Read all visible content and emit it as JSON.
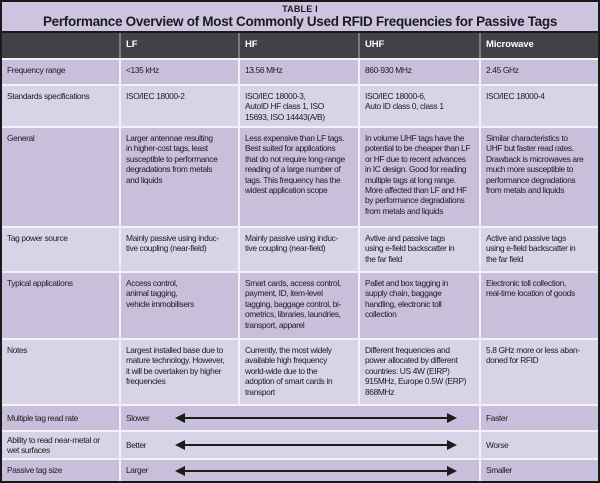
{
  "title": {
    "label": "TABLE I",
    "heading": "Performance Overview of Most Commonly Used RFID Frequencies for Passive Tags"
  },
  "columns": [
    "",
    "LF",
    "HF",
    "UHF",
    "Microwave"
  ],
  "rows": [
    {
      "label": "Frequency range",
      "cells": [
        "<135 kHz",
        "13.56 MHz",
        "860-930 MHz",
        "2.45 GHz"
      ]
    },
    {
      "label": "Standards specifications",
      "cells": [
        "ISO/IEC 18000-2",
        "ISO/IEC 18000-3,\nAutoID HF class 1, ISO\n15693, ISO 14443(A/B)",
        "ISO/IEC 18000-6,\nAuto ID class 0, class 1",
        "ISO/IEC 18000-4"
      ]
    },
    {
      "label": "General",
      "cells": [
        "Larger antennae resulting\nin higher-cost tags, least\nsusceptible to performance\ndegradations from metals\nand liquids",
        "Less expensive than LF tags.\nBest suited for applications\nthat do not require long-range\nreading of a large number of\ntags. This frequency has the\nwidest application scope",
        "In volume UHF tags have the\npotential to be cheaper than LF\nor HF due to recent advances\nin IC design. Good for reading\nmultiple tags at long range.\nMore affected than LF and HF\nby performance degradations\nfrom metals and liquids",
        "Similar characteristics to\nUHF but faster read rates.\nDrawback is microwaves are\nmuch more susceptible to\nperformance degradations\nfrom metals and liquids"
      ]
    },
    {
      "label": "Tag power source",
      "cells": [
        "Mainly passive using induc-\ntive coupling (near-field)",
        "Mainly passive using induc-\ntive coupling (near-field)",
        "Avtive and passive tags\nusing e-field backscatter in\nthe far field",
        "Active and passive tags\nusing e-field backscatter in\nthe far field"
      ]
    },
    {
      "label": "Typical applications",
      "cells": [
        "Access control,\nanimal tagging,\nvehicle immobilisers",
        "Smart cards, access control,\npayment, ID, item-level\ntagging, baggage control, bi-\nometrics, libraries, laundries,\ntransport, apparel",
        "Pallet and box tagging in\nsupply chain, baggage\nhandling, electronic toll\ncollection",
        "Electronic toll collection,\nreal-time location of goods"
      ]
    },
    {
      "label": "Notes",
      "cells": [
        "Largest installed base due to\nmature technology. However,\nit will be overtaken by higher\nfrequencies",
        "Currently, the most widely\navailable high frequency\nworld-wide due to the\nadoption of smart cards in\ntransport",
        "Different frequencies and\npower allocated by different\ncountries: US 4W (EIRP)\n915MHz, Europe 0.5W (ERP)\n868MHz",
        "5.8 GHz more or less aban-\ndoned for RFID"
      ]
    }
  ],
  "scale_rows": [
    {
      "label": "Multiple tag read rate",
      "left": "Slower",
      "right": "Faster"
    },
    {
      "label": "Ability to read near-metal or\nwet surfaces",
      "left": "Better",
      "right": "Worse"
    },
    {
      "label": "Passive tag size",
      "left": "Larger",
      "right": "Smaller"
    }
  ],
  "colors": {
    "title_bg": "#cdc5e0",
    "header_bg": "#434046",
    "row_dark": "#c8bfda",
    "row_light": "#d9d3e7",
    "separator": "#f3f1f8",
    "border": "#1a1a1a",
    "text": "#1b1b1d"
  }
}
